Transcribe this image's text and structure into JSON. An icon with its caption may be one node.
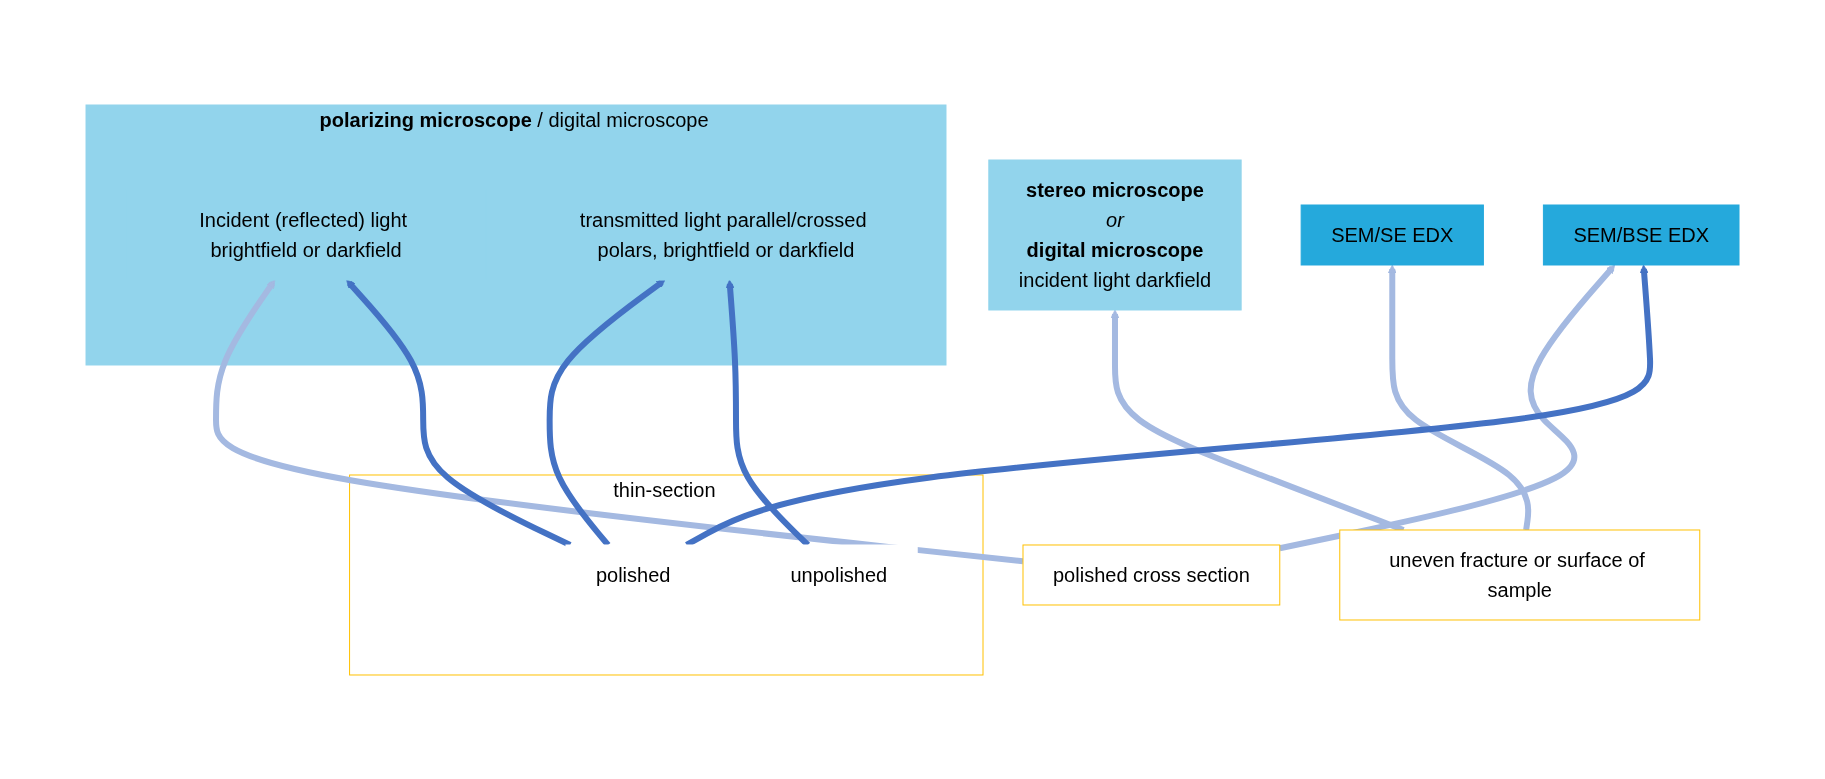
{
  "diagram": {
    "nodes": [
      {
        "text": [
          "stereo microscope",
          "or",
          "digital microscope",
          "incident light darkfield"
        ]
      },
      {
        "text": [
          "**polarizing microscope** / digital microscope"
        ]
      },
      {
        "text": [
          "Incident (reflected) light brightfield or darkfield"
        ],
        "in": 1
      },
      {
        "text": [
          "transmitted light parallel/crossed polars, brightfield or darkfield"
        ],
        "in": 1
      },
      {
        "text": [
          "uneven fracture or surface of sample"
        ]
      },
      {
        "text": [
          "polished cross section"
        ]
      },
      {
        "text": [
          "thin-section"
        ]
      },
      {
        "text": [
          "polished"
        ],
        "in": 6
      },
      {
        "text": [
          "unpolished"
        ],
        "in": 6
      },
      {
        "text": [
          "SEM/SE EDX"
        ]
      },
      {
        "text": [
          "SEM/BSE EDX"
        ]
      }
    ],
    "edges": [
      {
        "from": 4,
        "to": 0,
        "arrow": "to"
      },
      {
        "from": 4,
        "to": 9,
        "arrow": "to"
      },
      {
        "from": 5,
        "to": 2,
        "arrow": "to"
      },
      {
        "from": 5,
        "to": 10,
        "arrow": "to"
      },
      {
        "from": 7,
        "to": 2,
        "arrow": "to",
        "color": "#4472c4"
      },
      {
        "from": 7,
        "to": 3,
        "arrow": "to",
        "color": "#4472c4"
      },
      {
        "from": 8,
        "to": 3,
        "arrow": "to",
        "color": "#4472c4"
      },
      {
        "from": 7,
        "to": 10,
        "arrow": "to",
        "color": "#4472c4"
      }
    ]
  }
}
